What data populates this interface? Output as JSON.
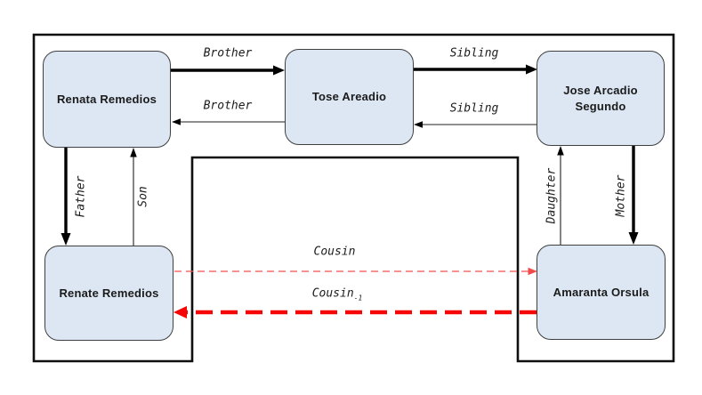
{
  "diagram": {
    "title": "family-relationship-graph",
    "background": "#ffffff",
    "colors": {
      "node_fill": "#dce7f3",
      "node_border": "#3f3f3f",
      "frame_border": "#0f0f0f",
      "edge_black": "#000000",
      "edge_red_thick": "#f50505",
      "edge_red_thin": "#f15050",
      "label_text": "#1c1c1c"
    },
    "nodes": [
      {
        "id": "renata",
        "label": "Renata Remedios"
      },
      {
        "id": "tose",
        "label": "Tose Areadio"
      },
      {
        "id": "jose",
        "label": "Jose Arcadio Segundo"
      },
      {
        "id": "renate",
        "label": "Renate Remedios"
      },
      {
        "id": "amaranta",
        "label": "Amaranta Orsula"
      }
    ],
    "edges": [
      {
        "from": "Renata Remedios",
        "to": "Tose Areadio",
        "label": "Brother",
        "style": "thick-solid-black"
      },
      {
        "from": "Tose Areadio",
        "to": "Renata Remedios",
        "label": "Brother",
        "style": "thin-solid-black"
      },
      {
        "from": "Tose Areadio",
        "to": "Jose Arcadio Segundo",
        "label": "Sibling",
        "style": "thick-solid-black"
      },
      {
        "from": "Jose Arcadio Segundo",
        "to": "Tose Areadio",
        "label": "Sibling",
        "style": "thin-solid-black"
      },
      {
        "from": "Renata Remedios",
        "to": "Renate Remedios",
        "label": "Father",
        "style": "thick-solid-black"
      },
      {
        "from": "Renate Remedios",
        "to": "Renata Remedios",
        "label": "Son",
        "style": "thin-solid-black"
      },
      {
        "from": "Amaranta Orsula",
        "to": "Jose Arcadio Segundo",
        "label": "Daughter",
        "style": "thin-solid-black"
      },
      {
        "from": "Jose Arcadio Segundo",
        "to": "Amaranta Orsula",
        "label": "Mother",
        "style": "thick-solid-black"
      },
      {
        "from": "Renate Remedios",
        "to": "Amaranta Orsula",
        "label": "Cousin",
        "style": "thin-dashed-red"
      },
      {
        "from": "Amaranta Orsula",
        "to": "Renate Remedios",
        "label": "Cousin",
        "label_subscript": "-1",
        "style": "thick-dashed-red"
      }
    ]
  }
}
